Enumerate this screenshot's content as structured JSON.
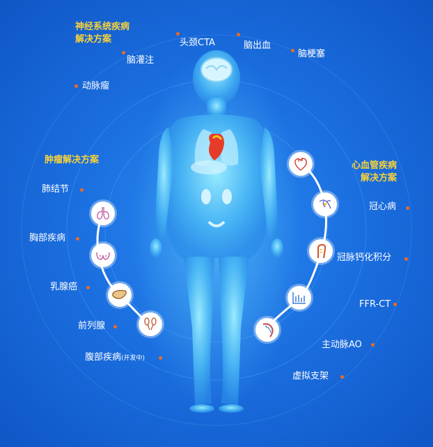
{
  "neuro": {
    "heading_line1": "神经系统疾病",
    "heading_line2": "解决方案",
    "items": [
      "头颈CTA",
      "脑出血",
      "脑梗塞",
      "脑灌注",
      "动脉瘤"
    ]
  },
  "tumor": {
    "heading": "肿瘤解决方案",
    "items": [
      "肺结节",
      "胸部疾病",
      "乳腺癌",
      "前列腺",
      "腹部疾病"
    ],
    "dev_note": "(开发中)",
    "icons": [
      "lungs-icon",
      "breast-icon",
      "liver-icon",
      "kidney-icon"
    ]
  },
  "cardio": {
    "heading_line1": "心血管疾病",
    "heading_line2": "解决方案",
    "items": [
      "冠心病",
      "冠脉钙化积分",
      "FFR-CT",
      "主动脉AO",
      "虚拟支架"
    ],
    "icons": [
      "heart-icon",
      "coronary-icon",
      "calcium-icon",
      "ffr-chart-icon",
      "stent-icon"
    ]
  },
  "colors": {
    "background": "#1b6fe0",
    "heading": "#f7d13a",
    "dot": "#f06a1e",
    "body": "#8fe0ff"
  }
}
